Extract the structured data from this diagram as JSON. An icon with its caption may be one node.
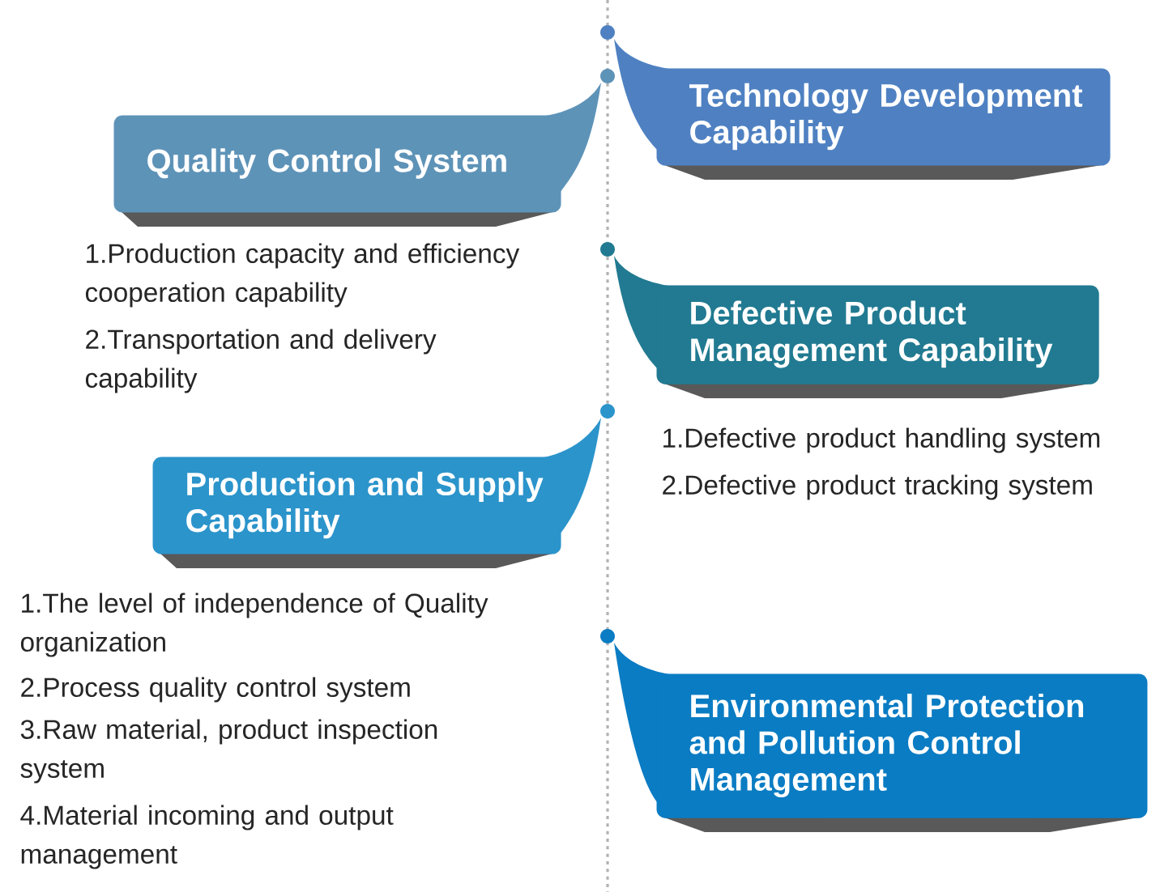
{
  "diagram": {
    "nodes": [
      {
        "text": [
          "Technology Development Capability"
        ]
      },
      {
        "text": [
          "Quality Control System"
        ]
      },
      {
        "text": [
          "Defective Product Management Capability"
        ]
      },
      {
        "text": [
          "Production and Supply Capability"
        ]
      },
      {
        "text": [
          "Environmental Protection and Pollution Control Management"
        ]
      }
    ],
    "labels": [
      "1.Production capacity and efficiency cooperation capability",
      "2.Transportation and delivery capability",
      "1.Defective product handling system",
      "2.Defective product tracking system",
      "1.The level of independence of Quality organization",
      "2.Process quality control system",
      "3.Raw material, product inspection system",
      "4.Material incoming and output management"
    ]
  }
}
